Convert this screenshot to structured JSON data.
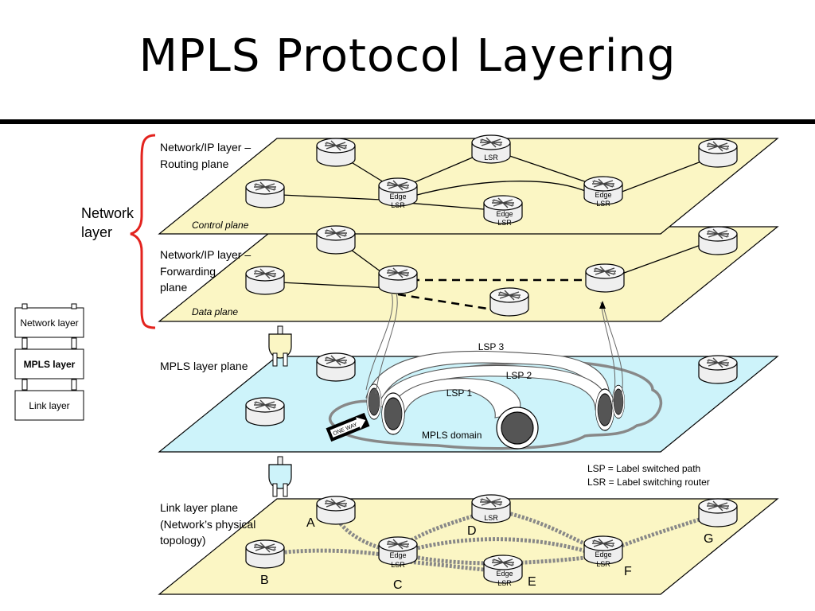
{
  "title": "MPLS Protocol Layering",
  "side_label": [
    "Network",
    "layer"
  ],
  "stack": {
    "network": "Network layer",
    "mpls": "MPLS layer",
    "link": "Link layer"
  },
  "planes": {
    "routing": {
      "label": [
        "Network/IP layer –",
        "Routing plane"
      ],
      "caption": "Control plane"
    },
    "forwarding": {
      "label": [
        "Network/IP layer –",
        "Forwarding",
        "plane"
      ],
      "caption": "Data plane"
    },
    "mpls": {
      "label": "MPLS layer plane",
      "domain": "MPLS domain"
    },
    "link": {
      "label": [
        "Link layer plane",
        "(Network’s physical",
        "topology)"
      ]
    }
  },
  "routers": {
    "lsr": "LSR",
    "edge": [
      "Edge",
      "LSR"
    ]
  },
  "lsps": [
    "LSP 1",
    "LSP 2",
    "LSP 3"
  ],
  "one_way": "ONE WAY",
  "legend": [
    "LSP = Label switched path",
    "LSR = Label switching router"
  ],
  "nodes": [
    "A",
    "B",
    "C",
    "D",
    "E",
    "F",
    "G"
  ],
  "colors": {
    "plane_ip": "#fbf6c4",
    "plane_mpls": "#cdf3fa",
    "brace": "#e3231e",
    "router_fill": "#f2f2f2"
  }
}
